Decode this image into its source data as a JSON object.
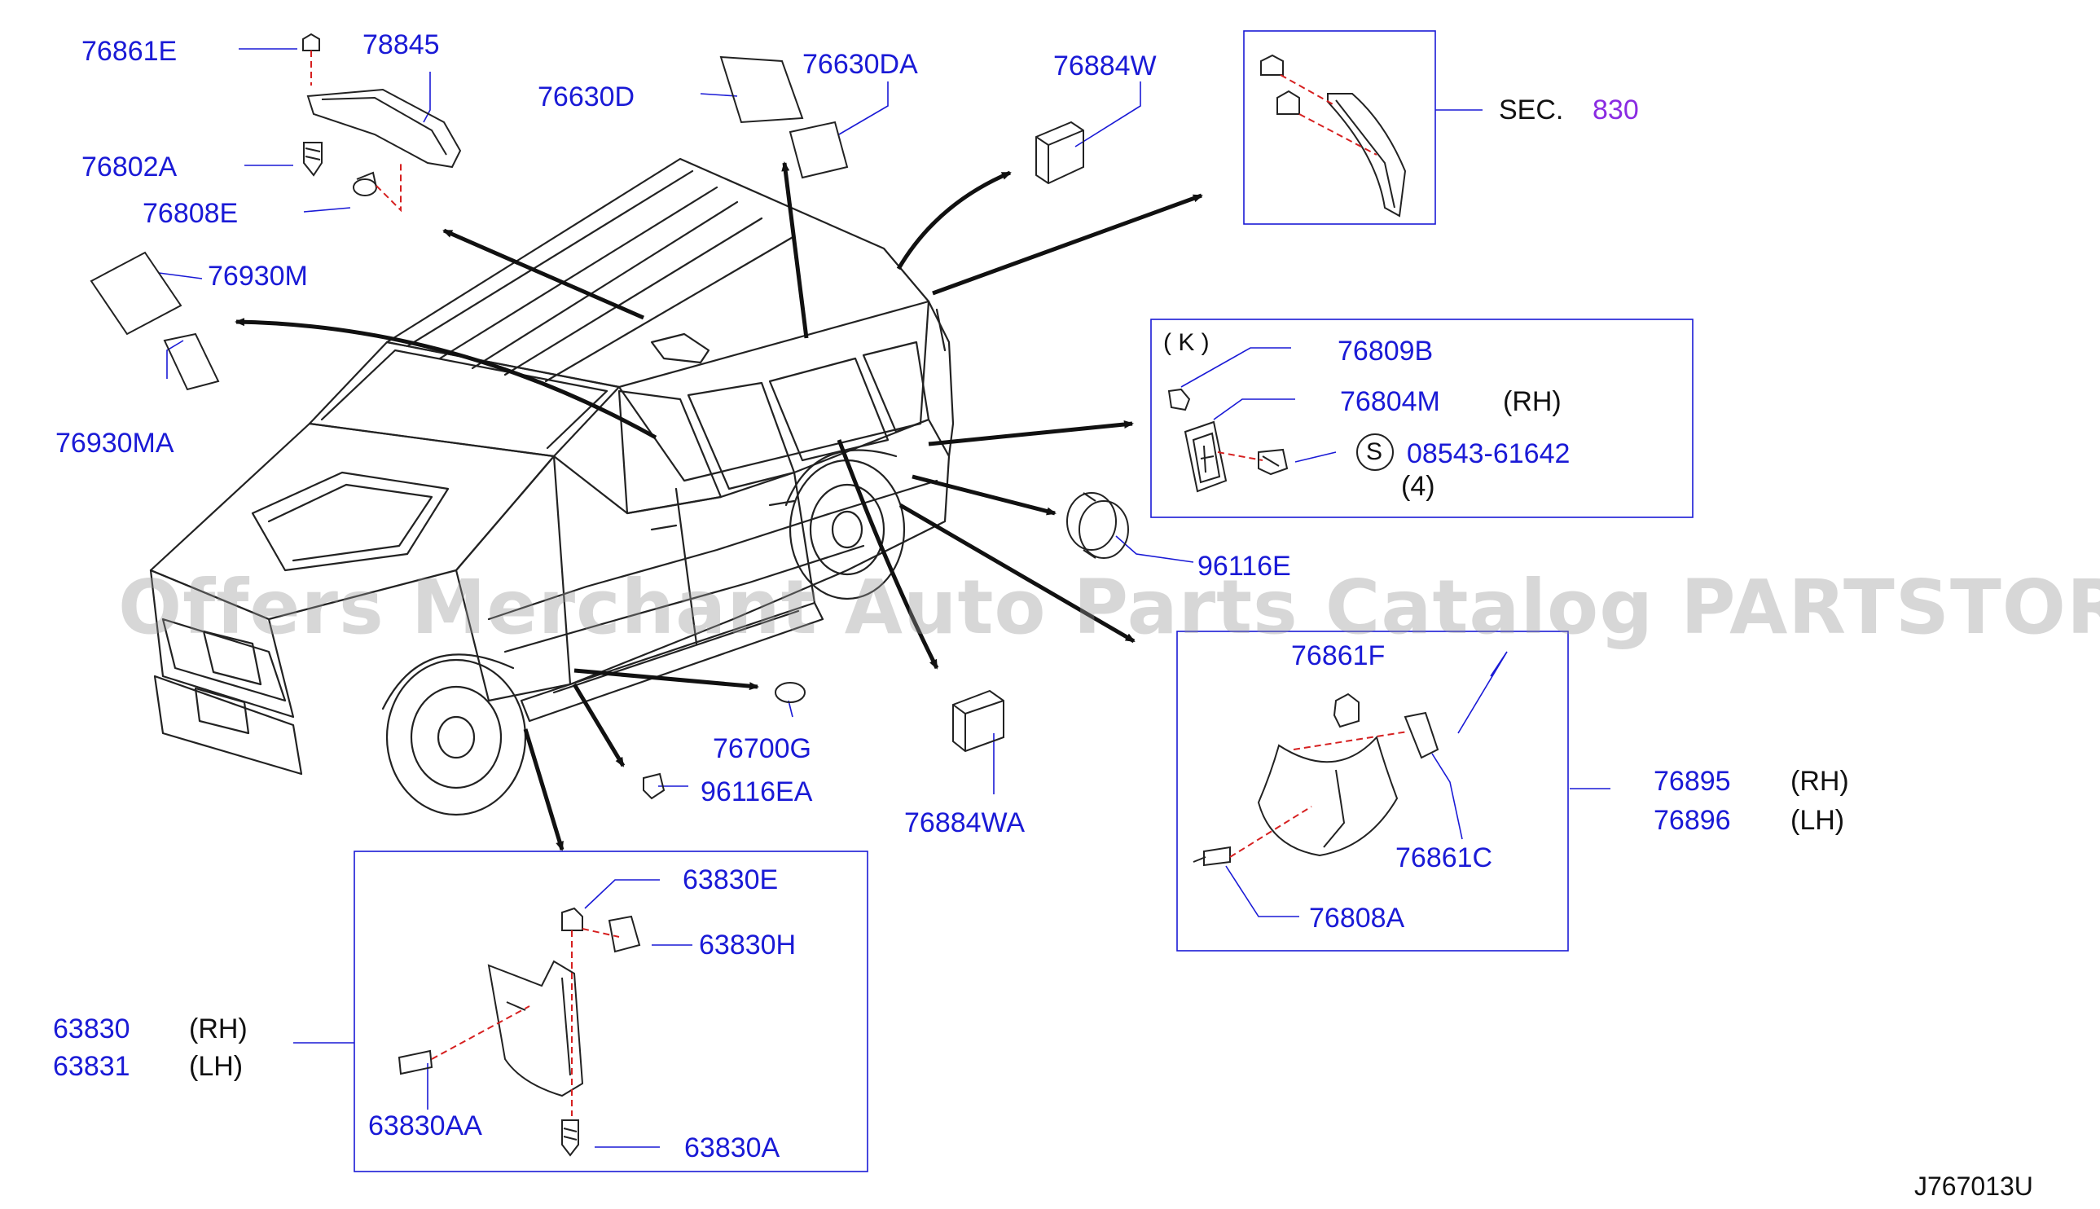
{
  "colors": {
    "part_number": "#1a1ad6",
    "line": "#222222",
    "leader": "#1a1ad6",
    "section_ref": "#8a2be2",
    "dash": "#d62020",
    "watermark": "#969696"
  },
  "labels": {
    "p76861E_top": "76861E",
    "p78845": "78845",
    "p76802A": "76802A",
    "p76808E": "76808E",
    "p76630D": "76630D",
    "p76630DA": "76630DA",
    "p76884W": "76884W",
    "sec_text": "SEC.",
    "sec_num": "830",
    "p76930M": "76930M",
    "p76930MA": "76930MA",
    "k_marker": "( K )",
    "p76809B": "76809B",
    "p76804M": "76804M",
    "rh_76804M": "(RH)",
    "s_marker": "S",
    "p08543": "08543-61642",
    "qty4": "(4)",
    "p96116E": "96116E",
    "p76861F": "76861F",
    "p76895": "76895",
    "rh_76895": "(RH)",
    "p76896": "76896",
    "lh_76896": "(LH)",
    "p76861C": "76861C",
    "p76808A": "76808A",
    "p76700G": "76700G",
    "p96116EA": "96116EA",
    "p76884WA": "76884WA",
    "p63830E": "63830E",
    "p63830H": "63830H",
    "p63830": "63830",
    "rh_63830": "(RH)",
    "p63831": "63831",
    "lh_63831": "(LH)",
    "p63830AA": "63830AA",
    "p63830A": "63830A",
    "watermark": "Offers Merchant Auto Parts Catalog PARTSTORE.SA",
    "diagram_id": "J767013U"
  }
}
